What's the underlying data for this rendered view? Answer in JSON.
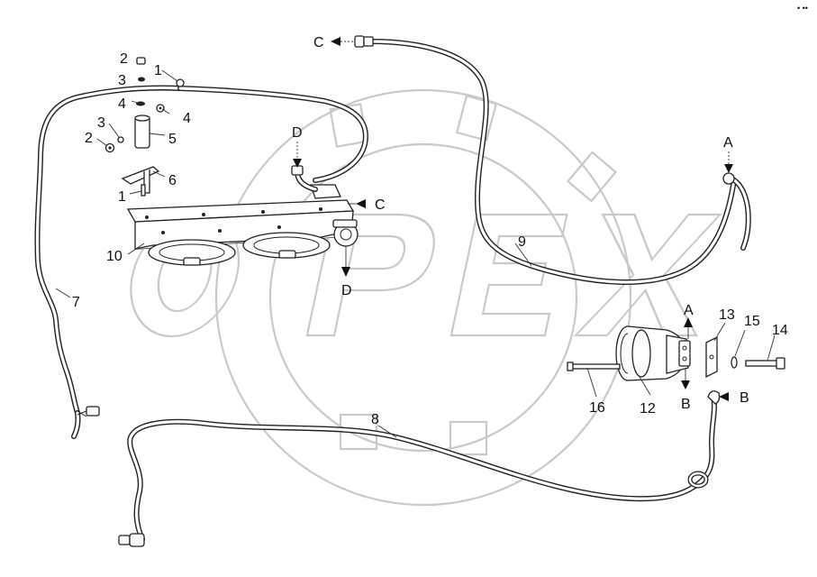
{
  "watermark": "OPEX",
  "corner_mark": "• ••",
  "callouts": {
    "c1a": "1",
    "c1b": "1",
    "c2a": "2",
    "c2b": "2",
    "c3a": "3",
    "c3b": "3",
    "c4a": "4",
    "c4b": "4",
    "c5": "5",
    "c6": "6",
    "c7": "7",
    "c8": "8",
    "c9": "9",
    "c10": "10",
    "c12": "12",
    "c13": "13",
    "c14": "14",
    "c15": "15",
    "c16": "16"
  },
  "connection_markers": {
    "c_top": "C",
    "c_right": "C",
    "d_top": "D",
    "d_bottom": "D",
    "a_top": "A",
    "a_bottom": "A",
    "b_left": "B",
    "b_right": "B"
  }
}
